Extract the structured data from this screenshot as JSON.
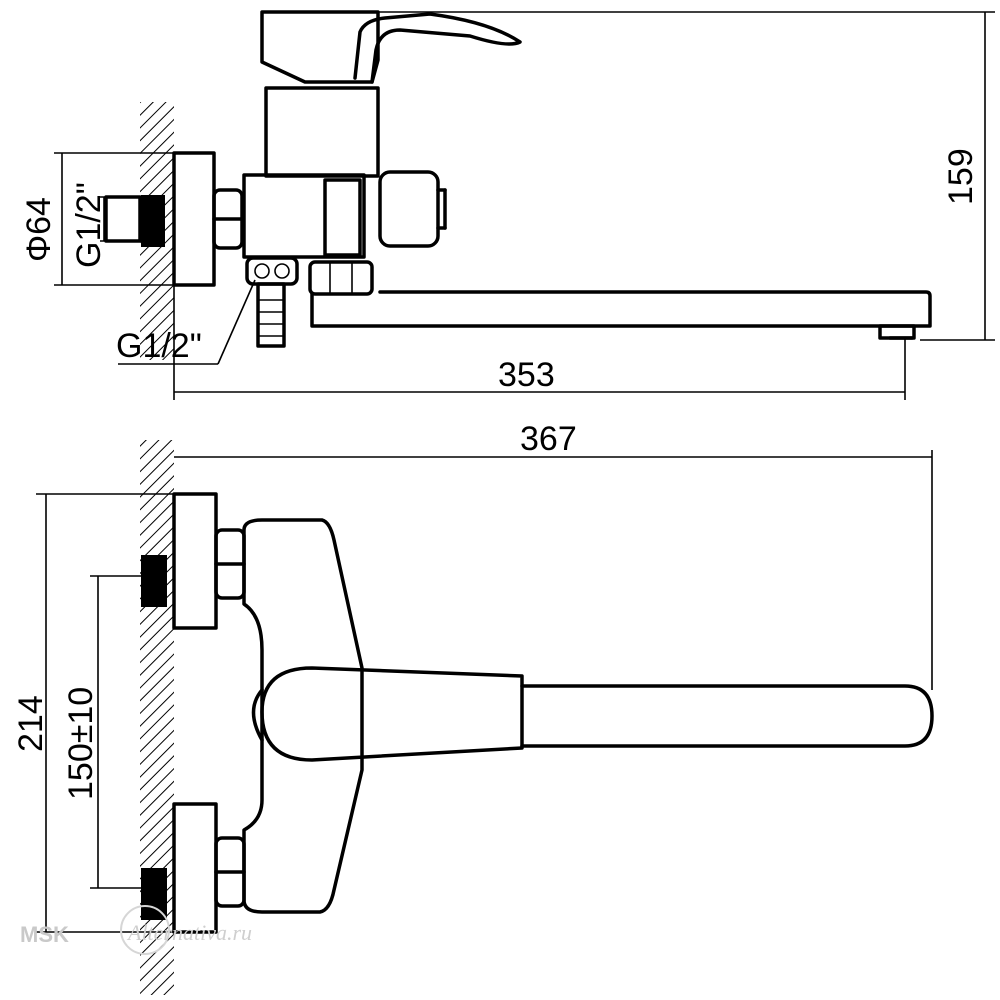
{
  "dimensions": {
    "height_top": "159",
    "length_spout": "353",
    "length_total": "367",
    "flange_diameter": "Φ64",
    "inlet_thread": "G1/2\"",
    "outlet_thread": "G1/2\"",
    "height_overall": "214",
    "center_distance": "150±10"
  },
  "watermark": {
    "brand": "MSK",
    "site": "Alternativa.ru"
  }
}
